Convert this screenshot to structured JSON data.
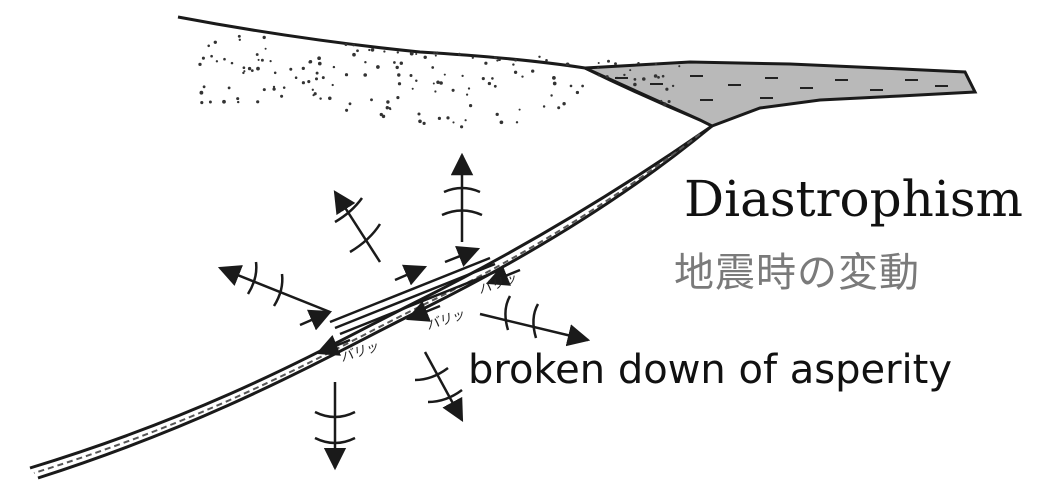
{
  "title": "Diastrophism",
  "subtitle_jp": "地震時の変動",
  "caption": "broken down of asperity",
  "fault_labels": [
    "バリッ",
    "バリッ",
    "バリッ"
  ],
  "colors": {
    "ink": "#1a1a1a",
    "sediment_fill": "#b9b9b9",
    "jp_text": "#7a7a7a"
  },
  "icons": [
    "wave-arrow-icon",
    "stipple-texture",
    "fault-line"
  ]
}
